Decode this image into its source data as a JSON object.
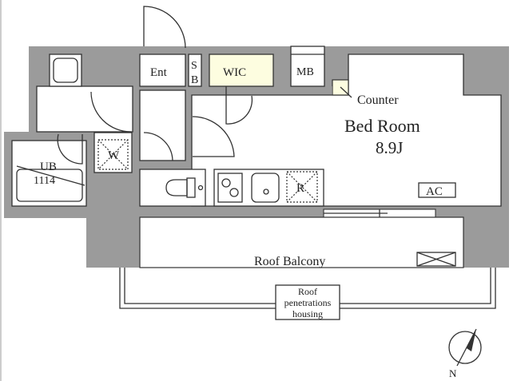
{
  "rooms": {
    "entrance": "Ent",
    "shoe_box_s": "S",
    "shoe_box_b": "B",
    "wic": "WIC",
    "mb": "MB",
    "counter": "Counter",
    "bedroom": "Bed Room",
    "bedroom_size": "8.9J",
    "unit_bath": "UB",
    "unit_bath_size": "1114",
    "washer": "W",
    "fridge": "R",
    "ac": "AC",
    "roof_balcony": "Roof Balcony",
    "roof_pen_1": "Roof",
    "roof_pen_2": "penetrations",
    "roof_pen_3": "housing",
    "compass_north": "N"
  },
  "colors": {
    "wall": "#9b9b9b",
    "highlight": "#fdfde0"
  }
}
